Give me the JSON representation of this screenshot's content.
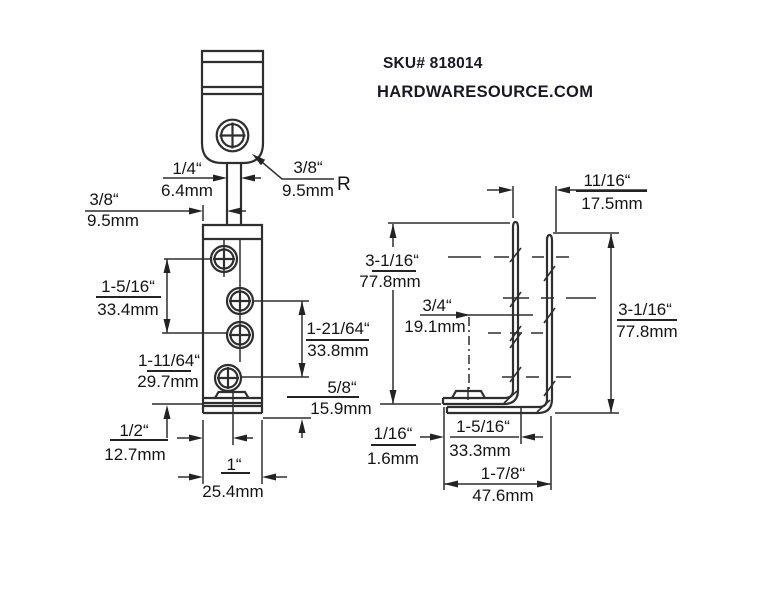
{
  "header": {
    "sku": "SKU# 818014",
    "site": "HARDWARESOURCE.COM"
  },
  "colors": {
    "ink": "#2f2f2f",
    "text": "#141414",
    "brand": "#191923",
    "background": "#ffffff"
  },
  "front_view": {
    "dims": {
      "slot_width": {
        "in": "1/4“",
        "mm": "6.4mm"
      },
      "edge_offset": {
        "in": "3/8“",
        "mm": "9.5mm"
      },
      "corner_radius": {
        "in": "3/8“",
        "mm": "9.5mm",
        "suffix": "R"
      },
      "hole_span_left": {
        "in": "1-5/16“",
        "mm": "33.4mm"
      },
      "hole_to_bottom": {
        "in": "1-11/64“",
        "mm": "29.7mm"
      },
      "hole_span_right": {
        "in": "1-21/64“",
        "mm": "33.8mm"
      },
      "bottom_hole_offset": {
        "in": "5/8“",
        "mm": "15.9mm"
      },
      "half_width": {
        "in": "1/2“",
        "mm": "12.7mm"
      },
      "width": {
        "in": "1“",
        "mm": "25.4mm"
      }
    }
  },
  "side_view": {
    "dims": {
      "overall_depth": {
        "in": "11/16“",
        "mm": "17.5mm"
      },
      "height_left": {
        "in": "3-1/16“",
        "mm": "77.8mm"
      },
      "tab_offset": {
        "in": "3/4“",
        "mm": "19.1mm"
      },
      "height_right": {
        "in": "3-1/16“",
        "mm": "77.8mm"
      },
      "thickness": {
        "in": "1/16“",
        "mm": "1.6mm"
      },
      "leg_inner": {
        "in": "1-5/16“",
        "mm": "33.3mm"
      },
      "leg_outer": {
        "in": "1-7/8“",
        "mm": "47.6mm"
      }
    }
  }
}
